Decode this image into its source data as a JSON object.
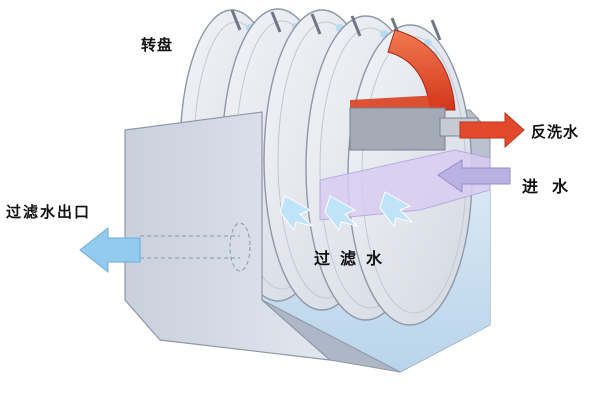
{
  "labels": {
    "disc": "转盘",
    "backwash": "反洗水",
    "inlet": "进水",
    "outlet": "过滤水出口",
    "filtered": "过滤水"
  },
  "colors": {
    "tank_face": "#d8dee8",
    "tank_side": "#bfc7d4",
    "water": "#cfe4f5",
    "disc_face": "#e9ecf2",
    "disc_rim": "#9aa3b1",
    "hub": "#9fa6b2",
    "backwash_arrow": "#e34b2a",
    "inlet_arrow": "#b5b0df",
    "outlet_arrow": "#8fc8ec",
    "inflow": "#d6c9f0",
    "flow_arrow": "#b9dff7"
  }
}
